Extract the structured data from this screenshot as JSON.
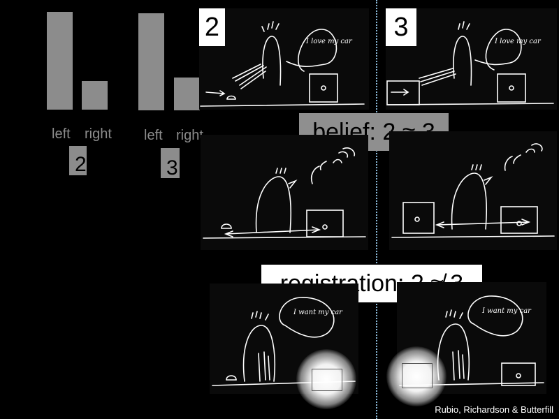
{
  "bar_charts": [
    {
      "labels": [
        "left",
        "right"
      ],
      "condition": "2",
      "values": [
        1.0,
        0.29
      ]
    },
    {
      "labels": [
        "left",
        "right"
      ],
      "condition": "3",
      "values": [
        1.0,
        0.34
      ]
    }
  ],
  "panel_headers": [
    "2",
    "3"
  ],
  "belief_label": "belief: 2 ≈ 3",
  "registration_label": "registration: 2 ≉ 3",
  "speech": {
    "love": "I love my car",
    "want": "I want my car"
  },
  "credit": "Rubio, Richardson & Butterfill",
  "colors": {
    "bar": "#8c8c8c",
    "divider": "#8ab8d8",
    "background": "#000000"
  }
}
